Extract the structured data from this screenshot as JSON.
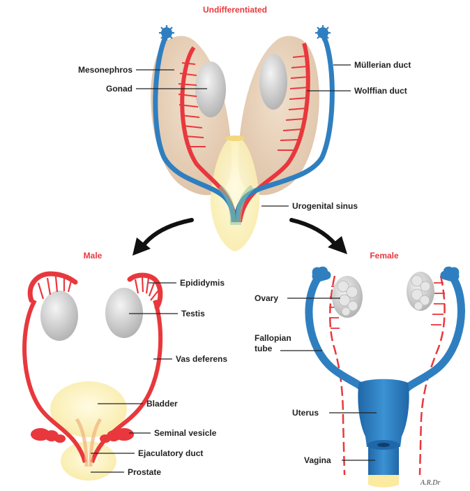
{
  "sections": {
    "undifferentiated": "Undifferentiated",
    "male": "Male",
    "female": "Female"
  },
  "labels": {
    "mesonephros": "Mesonephros",
    "gonad": "Gonad",
    "mullerian_duct": "Müllerian duct",
    "wolffian_duct": "Wolffian duct",
    "urogenital_sinus": "Urogenital sinus",
    "epididymis": "Epididymis",
    "testis": "Testis",
    "vas_deferens": "Vas deferens",
    "bladder": "Bladder",
    "seminal_vesicle": "Seminal vesicle",
    "ejaculatory_duct": "Ejaculatory duct",
    "prostate": "Prostate",
    "ovary": "Ovary",
    "fallopian_tube_line1": "Fallopian",
    "fallopian_tube_line2": "tube",
    "uterus": "Uterus",
    "vagina": "Vagina"
  },
  "signature": "A.R.Dr",
  "colors": {
    "title_red": "#e8383d",
    "duct_red": "#e8383d",
    "duct_blue": "#2f7fc0",
    "mesonephros_tan": "#e9d3bd",
    "gonad_gray": "#d0d0d0",
    "sinus_yellow": "#fdf3b0"
  }
}
